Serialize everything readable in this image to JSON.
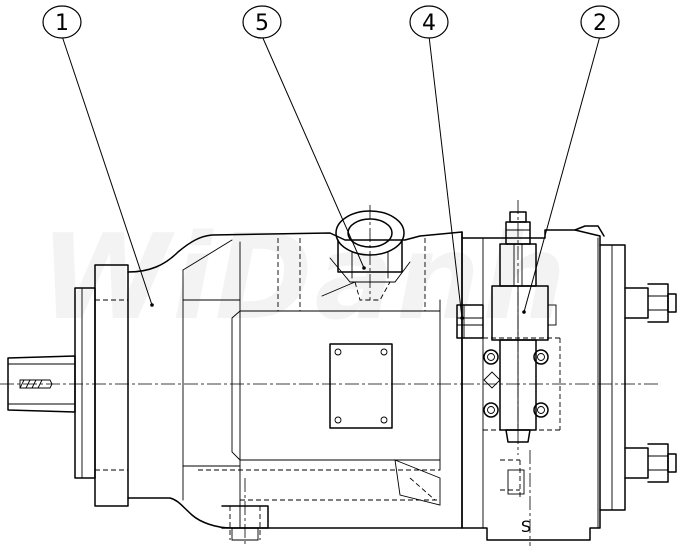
{
  "watermark": {
    "text": "WiDanh"
  },
  "callouts": [
    {
      "id": "c1",
      "label": "1"
    },
    {
      "id": "c5",
      "label": "5"
    },
    {
      "id": "c4",
      "label": "4"
    },
    {
      "id": "c2",
      "label": "2"
    }
  ],
  "port_marks": {
    "s": "S"
  },
  "colors": {
    "line": "#000000",
    "background": "#ffffff"
  }
}
